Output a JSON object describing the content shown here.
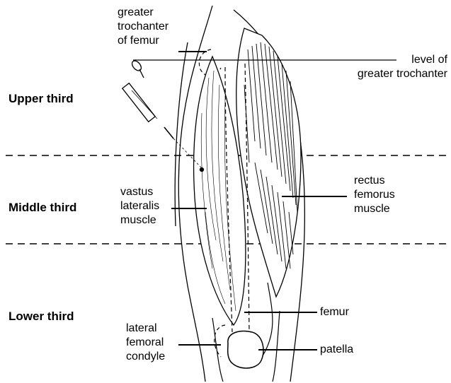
{
  "regions": {
    "upper": "Upper third",
    "middle": "Middle third",
    "lower": "Lower third"
  },
  "labels": {
    "greater_trochanter": [
      "greater",
      "trochanter",
      "of femur"
    ],
    "level_of_greater_trochanter": [
      "level of",
      "greater trochanter"
    ],
    "vastus_lateralis": [
      "vastus",
      "lateralis",
      "muscle"
    ],
    "rectus_femorus": [
      "rectus",
      "femorus",
      "muscle"
    ],
    "femur": "femur",
    "lateral_femoral_condyle": [
      "lateral",
      "femoral",
      "condyle"
    ],
    "patella": "patella"
  },
  "colors": {
    "ink": "#000000",
    "background": "#ffffff"
  }
}
